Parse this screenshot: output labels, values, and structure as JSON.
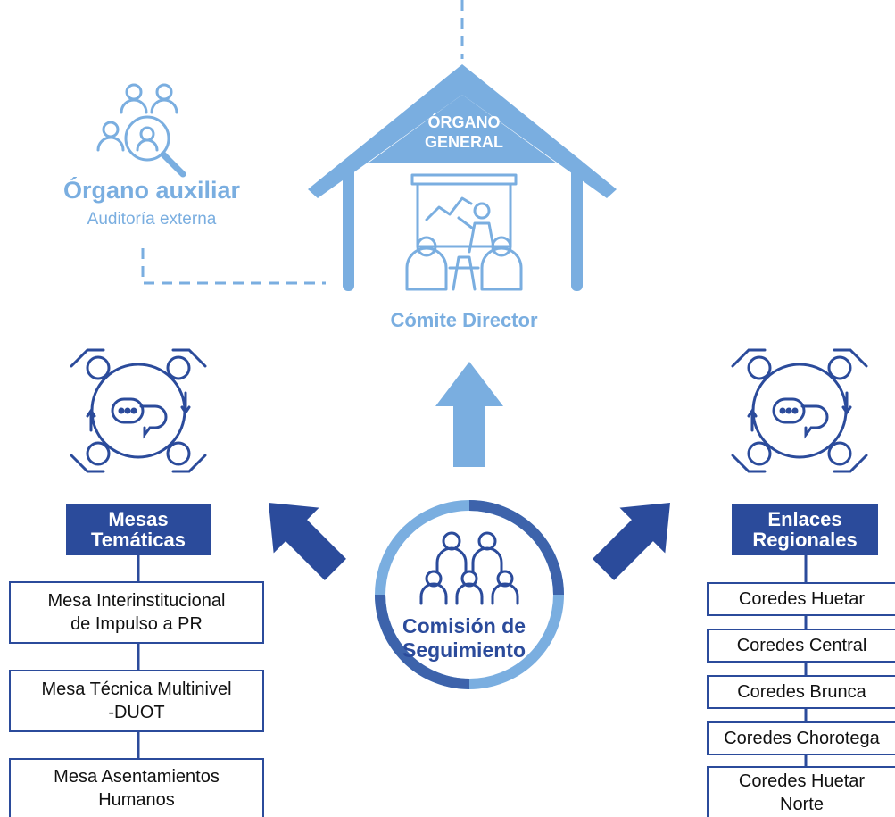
{
  "organo_auxiliar": {
    "title": "Órgano auxiliar",
    "subtitle": "Auditoría externa"
  },
  "organo_general": {
    "title_line1": "ÓRGANO",
    "title_line2": "GENERAL",
    "label": "Cómite Director"
  },
  "mesas": {
    "header_line1": "Mesas",
    "header_line2": "Temáticas",
    "items": [
      {
        "line1": "Mesa Interinstitucional",
        "line2": "de Impulso a PR"
      },
      {
        "line1": "Mesa Técnica Multinivel",
        "line2": "-DUOT"
      },
      {
        "line1": "Mesa Asentamientos",
        "line2": "Humanos"
      }
    ]
  },
  "enlaces": {
    "header_line1": "Enlaces",
    "header_line2": "Regionales",
    "items": [
      {
        "line1": "Coredes Huetar",
        "line2": ""
      },
      {
        "line1": "Coredes Central",
        "line2": ""
      },
      {
        "line1": "Coredes Brunca",
        "line2": ""
      },
      {
        "line1": "Coredes Chorotega",
        "line2": ""
      },
      {
        "line1": "Coredes Huetar",
        "line2": "Norte"
      }
    ]
  },
  "comision": {
    "line1": "Comisión de",
    "line2": "Seguimiento"
  },
  "colors": {
    "light_blue": "#7aaee0",
    "dark_blue": "#2b4b9b",
    "mid_blue": "#3d63ab"
  },
  "icons": [
    "people-search-icon",
    "presentation-meeting-icon",
    "round-table-discussion-icon",
    "group-people-icon",
    "arrow-up-icon",
    "arrow-up-left-icon",
    "arrow-up-right-icon"
  ]
}
